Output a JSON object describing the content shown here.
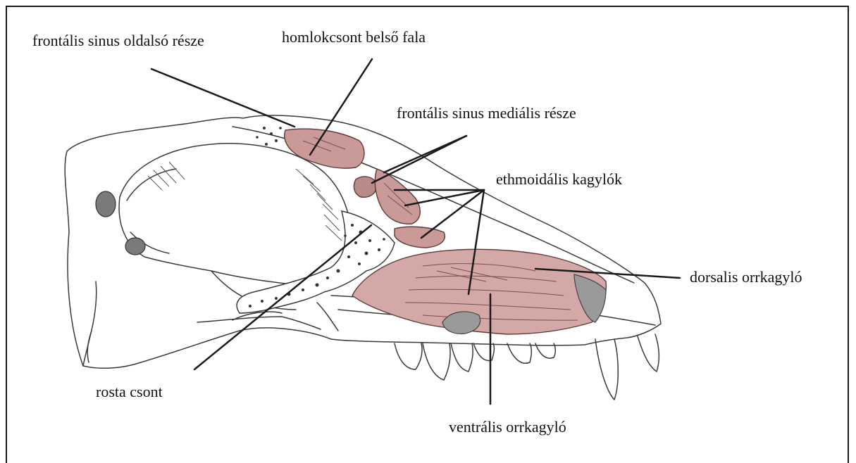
{
  "labels": {
    "frontalis_sinus_lateral": "frontális sinus oldalsó része",
    "homlokcsont_belso_fala": "homlokcsont belső fala",
    "frontalis_sinus_medial": "frontális sinus mediális része",
    "ethmoidalis_kagylok": "ethmoidális kagylók",
    "dorsalis_orrkagylo": "dorsalis orrkagyló",
    "rosta_csont": "rosta csont",
    "ventralis_orrkagylo": "ventrális orrkagyló"
  },
  "colors": {
    "highlight": "#c99a98",
    "highlight_dark": "#8f5e5c",
    "line": "#1a1a1a",
    "stroke": "#3a3a3a",
    "shadow": "#8a8a8a"
  }
}
